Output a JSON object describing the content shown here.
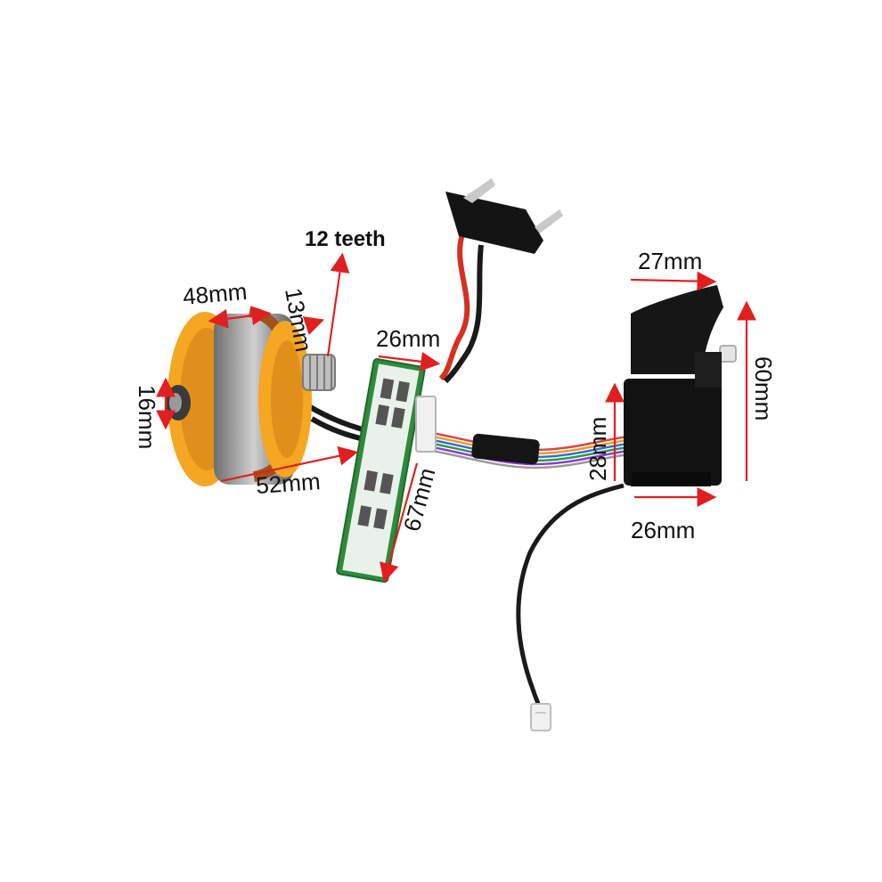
{
  "labels": {
    "teeth": "12 teeth",
    "motor_width": "48mm",
    "pinion": "13mm",
    "shaft": "16mm",
    "motor_length": "52mm",
    "pcb_width": "26mm",
    "pcb_length": "67mm",
    "switch_top": "27mm",
    "switch_height": "60mm",
    "switch_body": "28mm",
    "switch_bottom": "26mm"
  },
  "colors": {
    "arrow": "#e02020",
    "motor_frame": "#f5a623",
    "pcb": "#2e8b3e",
    "switch": "#111111"
  }
}
